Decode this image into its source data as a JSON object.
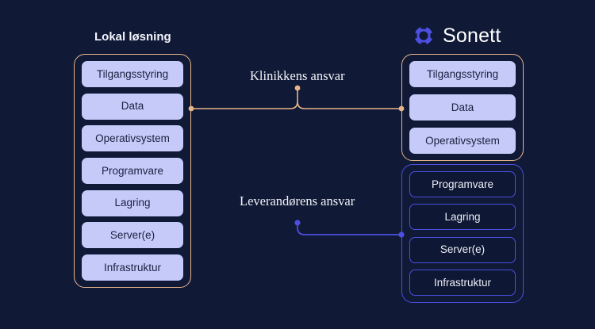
{
  "brand": {
    "name": "Sonett",
    "mark_icon": "sonett-ring-logo-icon",
    "mark_color": "#4C4FE0"
  },
  "palette": {
    "background": "#101936",
    "peach": "#E8B58A",
    "blue": "#4C4FE0",
    "pill_lavender": "#C6CAF9",
    "pill_dark": "#0E1733",
    "text_light": "#F2F4FB",
    "text_dark": "#1A2140"
  },
  "columns": [
    {
      "caption": "Lokal løsning",
      "groups": [
        {
          "id": "local-stack",
          "tone": "peach",
          "layers": [
            "Tilgangsstyring",
            "Data",
            "Operativsystem",
            "Programvare",
            "Lagring",
            "Server(e)",
            "Infrastruktur"
          ]
        }
      ]
    },
    {
      "caption": "Sonett",
      "groups": [
        {
          "id": "cloud-clinic",
          "tone": "peach",
          "layers": [
            "Tilgangsstyring",
            "Data",
            "Operativsystem"
          ]
        },
        {
          "id": "cloud-vendor",
          "tone": "blue",
          "layers": [
            "Programvare",
            "Lagring",
            "Server(e)",
            "Infrastruktur"
          ]
        }
      ]
    }
  ],
  "responsibilities": [
    {
      "label": "Klinikkens ansvar",
      "color": "#E8B58A"
    },
    {
      "label": "Leverandørens ansvar",
      "color": "#4C4FE0"
    }
  ]
}
